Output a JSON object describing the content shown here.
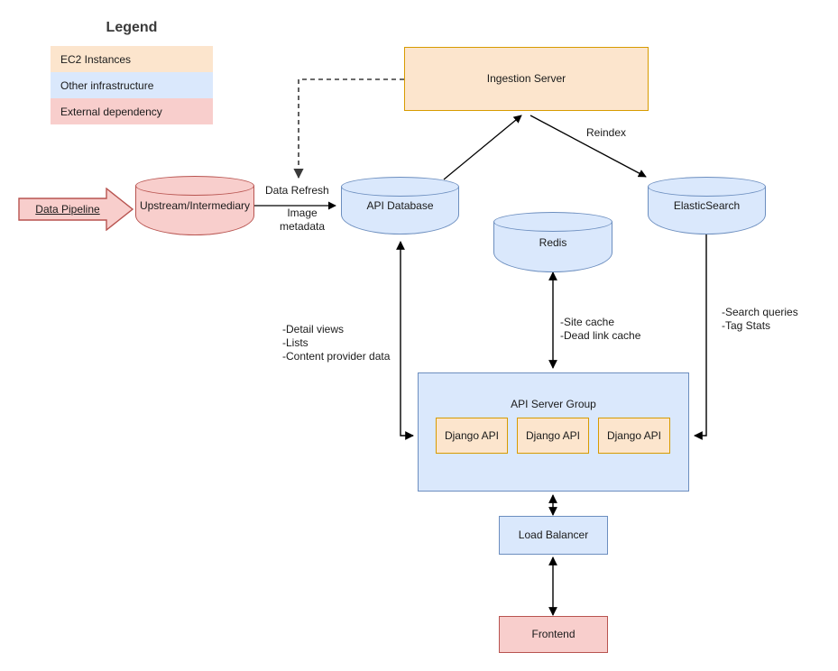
{
  "legend": {
    "title": "Legend",
    "items": [
      {
        "label": "EC2  Instances",
        "color": "#FCE5CD"
      },
      {
        "label": "Other infrastructure",
        "color": "#DAE8FC"
      },
      {
        "label": "External dependency",
        "color": "#F8CECC"
      }
    ]
  },
  "nodes": {
    "ingestion_server": "Ingestion Server",
    "data_pipeline": "Data Pipeline",
    "upstream": "Upstream/Intermediary",
    "api_database": "API Database",
    "redis": "Redis",
    "elasticsearch": "ElasticSearch",
    "api_server_group": "API Server Group",
    "django_api_1": "Django API",
    "django_api_2": "Django API",
    "django_api_3": "Django API",
    "load_balancer": "Load Balancer",
    "frontend": "Frontend"
  },
  "edge_labels": {
    "data_refresh": "Data Refresh",
    "image_metadata": "Image\nmetadata",
    "reindex": "Reindex",
    "api_db_uses": "-Detail views\n-Lists\n-Content provider data",
    "redis_uses": "-Site cache\n-Dead link cache",
    "es_uses": "-Search queries\n-Tag Stats"
  },
  "colors": {
    "ec2_fill": "#FCE5CD",
    "ec2_stroke": "#D79B00",
    "infra_fill": "#DAE8FC",
    "infra_stroke": "#6C8EBF",
    "external_fill": "#F8CECC",
    "external_stroke": "#B85450",
    "edge": "#000000"
  }
}
